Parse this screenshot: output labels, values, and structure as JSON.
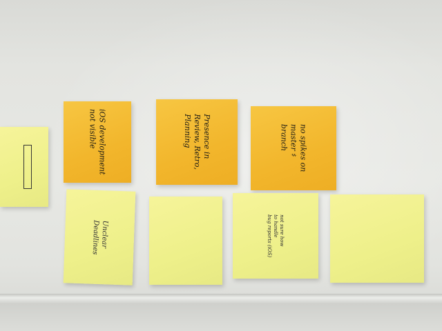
{
  "notes": {
    "left_partial": {
      "text": ""
    },
    "ios": {
      "text": "iOS development\nnot visible"
    },
    "presence": {
      "text": "Presence in\nReview, Retro,\nPlanning"
    },
    "spikes": {
      "text": "no spikes on\nmaster ♯\nbranch"
    },
    "deadlines": {
      "text": "Unclear\nDeadlines"
    },
    "unreadable_1": {
      "text": ""
    },
    "bug_reports": {
      "text": "not sure how\nto handle\nbug reports (iOS)"
    },
    "unreadable_2": {
      "text": ""
    }
  },
  "colors": {
    "orange_note": "#f2b62c",
    "yellow_note": "#eef08a",
    "wall": "#e4e5e1"
  }
}
